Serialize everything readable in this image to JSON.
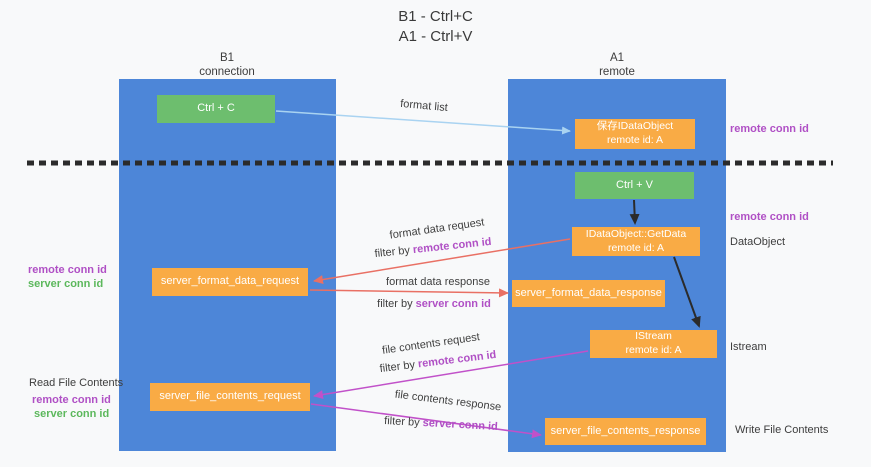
{
  "title": {
    "line1": "B1 - Ctrl+C",
    "line2": "A1 - Ctrl+V"
  },
  "columns": {
    "left": {
      "title": "B1",
      "subtitle": "connection"
    },
    "right": {
      "title": "A1",
      "subtitle": "remote"
    }
  },
  "nodes": {
    "ctrl_c": {
      "label": "Ctrl + C"
    },
    "ctrl_v": {
      "label": "Ctrl + V"
    },
    "save_dataobject": {
      "line1": "保存IDataObject",
      "line2": "remote id: A"
    },
    "getdata": {
      "line1": "IDataObject::GetData",
      "line2": "remote id: A"
    },
    "istream": {
      "line1": "IStream",
      "line2": "remote id: A"
    },
    "format_request": {
      "label": "server_format_data_request"
    },
    "format_response": {
      "label": "server_format_data_response"
    },
    "file_request": {
      "label": "server_file_contents_request"
    },
    "file_response": {
      "label": "server_file_contents_response"
    }
  },
  "arrow_labels": {
    "format_list": "format list",
    "format_data_request": "format data request",
    "format_data_response": "format data response",
    "file_contents_request": "file contents request",
    "file_contents_response": "file contents response",
    "filter_by": "filter by ",
    "remote_conn_id": "remote conn id",
    "server_conn_id": "server conn id"
  },
  "side_labels": {
    "remote_conn_id": "remote conn id",
    "server_conn_id": "server conn id",
    "dataobject": "DataObject",
    "istream": "Istream",
    "read_file_contents": "Read File Contents",
    "write_file_contents": "Write File Contents"
  },
  "colors": {
    "background": "#f8f9fa",
    "column_blue": "#4d86d8",
    "box_green": "#6dbe6e",
    "box_orange": "#f9ab45",
    "arrow_lightblue": "#a9d3f1",
    "arrow_salmon": "#e97064",
    "arrow_magenta": "#c151c9",
    "arrow_black": "#2b2b2b",
    "text_purple": "#b050c5",
    "text_green": "#5cb85c"
  }
}
